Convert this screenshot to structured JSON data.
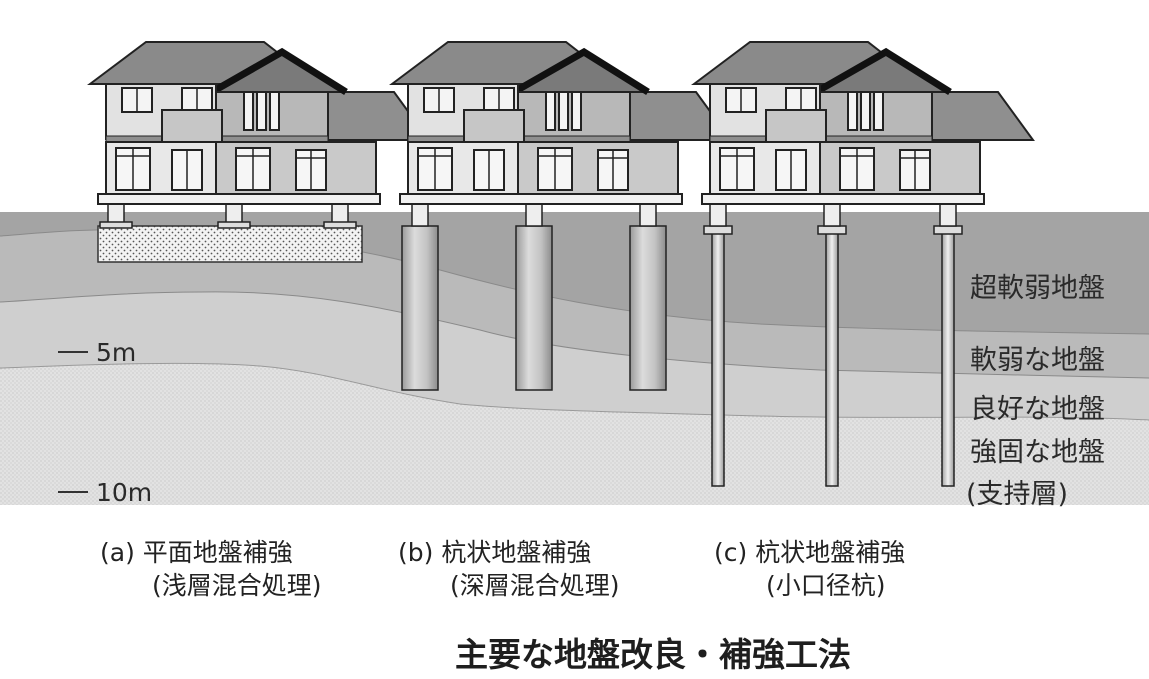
{
  "depth_marks": {
    "five": "5m",
    "ten": "10m"
  },
  "layers": {
    "super_soft": "超軟弱地盤",
    "soft": "軟弱な地盤",
    "good": "良好な地盤",
    "firm": "強固な地盤",
    "support": "(支持層)"
  },
  "captions": [
    {
      "tag": "(a)",
      "method": "平面地盤補強",
      "detail": "(浅層混合処理)"
    },
    {
      "tag": "(b)",
      "method": "杭状地盤補強",
      "detail": "(深層混合処理)"
    },
    {
      "tag": "(c)",
      "method": "杭状地盤補強",
      "detail": "(小口径杭)"
    }
  ],
  "title": "主要な地盤改良・補強工法",
  "colors": {
    "layer_super_soft": "#a6a6a6",
    "layer_soft": "#bcbcbc",
    "layer_good": "#d4d4d4",
    "layer_firm": "#e4e4e4",
    "roof": "#8a8a8a",
    "wall": "#d6d6d6",
    "column": "#c4c4c4"
  }
}
